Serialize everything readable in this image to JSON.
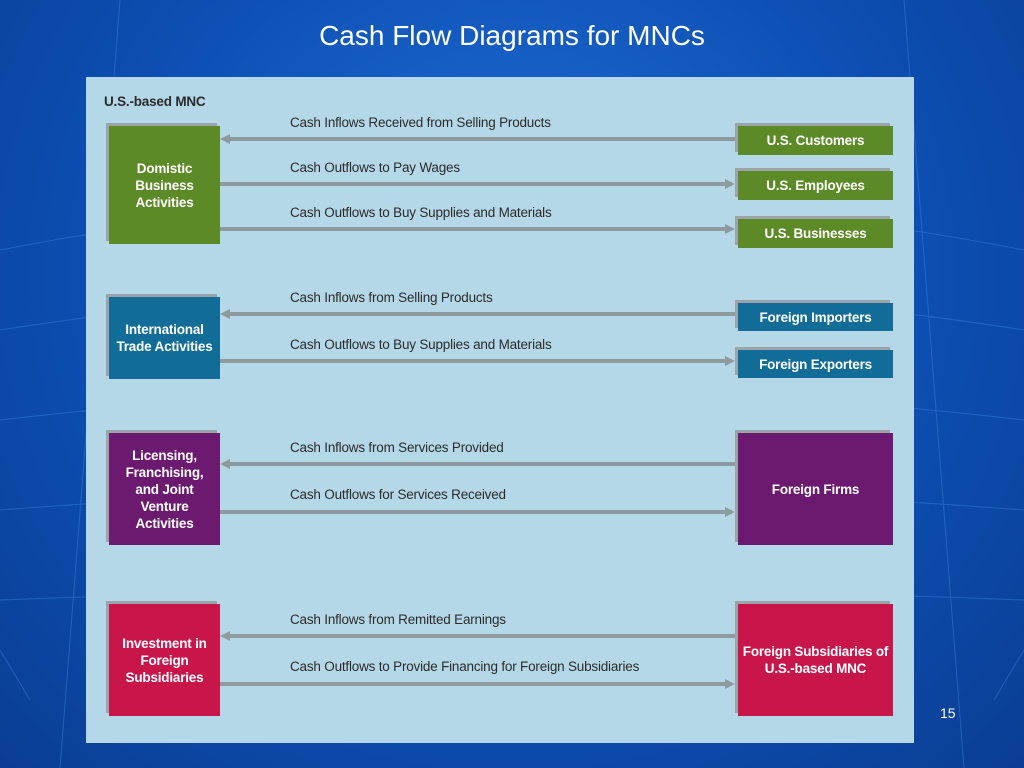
{
  "slide": {
    "title": "Cash Flow Diagrams for MNCs",
    "page_number": "15"
  },
  "diagram": {
    "org_label": "U.S.-based MNC",
    "groups": [
      {
        "activity": "Domistic Business Activities",
        "color": "#5c8a26",
        "flows": [
          {
            "label": "Cash Inflows Received from Selling Products",
            "direction": "inflow",
            "counterparty": "U.S. Customers"
          },
          {
            "label": "Cash Outflows to Pay Wages",
            "direction": "outflow",
            "counterparty": "U.S. Employees"
          },
          {
            "label": "Cash Outflows to Buy Supplies and Materials",
            "direction": "outflow",
            "counterparty": "U.S. Businesses"
          }
        ]
      },
      {
        "activity": "International Trade Activities",
        "color": "#116c98",
        "flows": [
          {
            "label": "Cash Inflows from Selling Products",
            "direction": "inflow",
            "counterparty": "Foreign Importers"
          },
          {
            "label": "Cash Outflows to Buy Supplies and Materials",
            "direction": "outflow",
            "counterparty": "Foreign Exporters"
          }
        ]
      },
      {
        "activity": "Licensing, Franchising, and Joint Venture Activities",
        "color": "#6c1a70",
        "counterparty": "Foreign Firms",
        "flows": [
          {
            "label": "Cash Inflows from Services Provided",
            "direction": "inflow"
          },
          {
            "label": "Cash Outflows for Services Received",
            "direction": "outflow"
          }
        ]
      },
      {
        "activity": "Investment in Foreign Subsidiaries",
        "color": "#c8164a",
        "counterparty": "Foreign Subsidiaries of U.S.-based MNC",
        "flows": [
          {
            "label": "Cash Inflows from Remitted Earnings",
            "direction": "inflow"
          },
          {
            "label": "Cash Outflows to Provide Financing for Foreign Subsidiaries",
            "direction": "outflow"
          }
        ]
      }
    ]
  }
}
